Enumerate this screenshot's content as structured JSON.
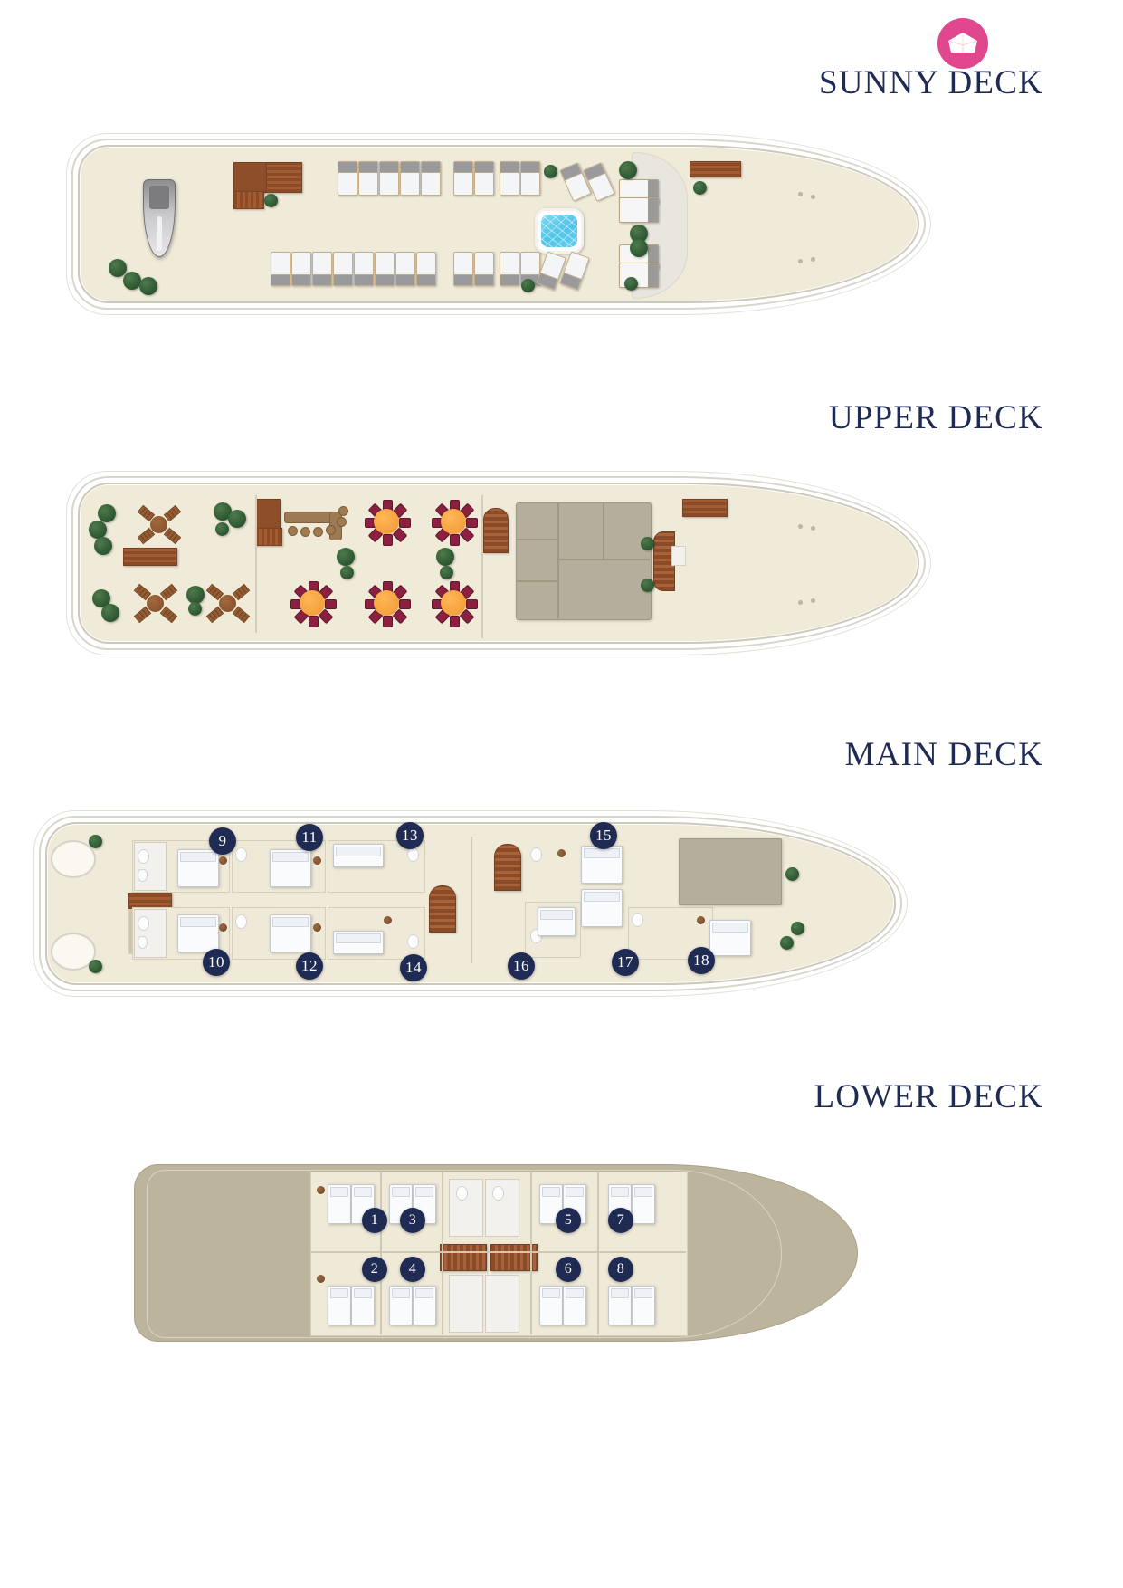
{
  "brand": {
    "logo_icon": "paper-boat-icon",
    "logo_color": "#e0478f"
  },
  "theme": {
    "title_color": "#1f2b52",
    "badge_color": "#1f2b52",
    "deck_fill": "#f0ead9",
    "hull_lower_fill": "#bdb49e",
    "water_color": "#4fc4e8",
    "teak_color": "#8b4a28",
    "plant_color": "#2f5a33",
    "table_top_color": "#f5a03c",
    "chair_color": "#8c2040"
  },
  "decks": [
    {
      "id": "sunny-deck",
      "title": "SUNNY DECK",
      "features": [
        "tender-boat",
        "stairs",
        "sun-loungers",
        "daybeds",
        "jacuzzi",
        "potted-plants",
        "teak-bench"
      ],
      "cabins": []
    },
    {
      "id": "upper-deck",
      "title": "UPPER DECK",
      "features": [
        "outdoor-dining-tables",
        "bar-counter",
        "bar-stools",
        "round-dining-tables",
        "stairs",
        "wheelhouse",
        "potted-plants",
        "teak-bench"
      ],
      "cabins": []
    },
    {
      "id": "main-deck",
      "title": "MAIN DECK",
      "features": [
        "guest-cabins",
        "staircase",
        "lounge",
        "potted-plants"
      ],
      "cabins": [
        {
          "number": "9",
          "row": "top"
        },
        {
          "number": "11",
          "row": "top"
        },
        {
          "number": "13",
          "row": "top"
        },
        {
          "number": "15",
          "row": "top"
        },
        {
          "number": "10",
          "row": "bottom"
        },
        {
          "number": "12",
          "row": "bottom"
        },
        {
          "number": "14",
          "row": "bottom"
        },
        {
          "number": "16",
          "row": "bottom"
        },
        {
          "number": "17",
          "row": "bottom"
        },
        {
          "number": "18",
          "row": "bottom"
        }
      ]
    },
    {
      "id": "lower-deck",
      "title": "LOWER DECK",
      "features": [
        "guest-cabins",
        "staircase",
        "bathrooms"
      ],
      "cabins": [
        {
          "number": "1",
          "row": "top"
        },
        {
          "number": "3",
          "row": "top"
        },
        {
          "number": "5",
          "row": "top"
        },
        {
          "number": "7",
          "row": "top"
        },
        {
          "number": "2",
          "row": "bottom"
        },
        {
          "number": "4",
          "row": "bottom"
        },
        {
          "number": "6",
          "row": "bottom"
        },
        {
          "number": "8",
          "row": "bottom"
        }
      ]
    }
  ]
}
